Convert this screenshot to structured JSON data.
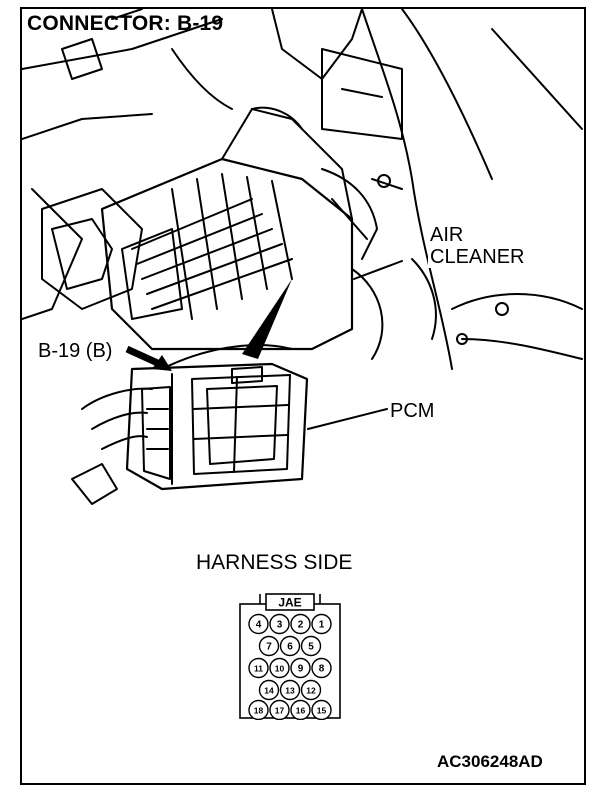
{
  "title": "CONNECTOR: B-19",
  "labels": {
    "air_cleaner_line1": "AIR",
    "air_cleaner_line2": "CLEANER",
    "pcm": "PCM",
    "connector_ref": "B-19 (B)"
  },
  "harness_side": "HARNESS SIDE",
  "connector": {
    "maker": "JAE",
    "pin_rows": [
      [
        "4",
        "3",
        "2",
        "1"
      ],
      [
        "7",
        "6",
        "5"
      ],
      [
        "11",
        "10",
        "9",
        "8"
      ],
      [
        "14",
        "13",
        "12"
      ],
      [
        "18",
        "17",
        "16",
        "15"
      ]
    ]
  },
  "figure_code": "AC306248AD"
}
